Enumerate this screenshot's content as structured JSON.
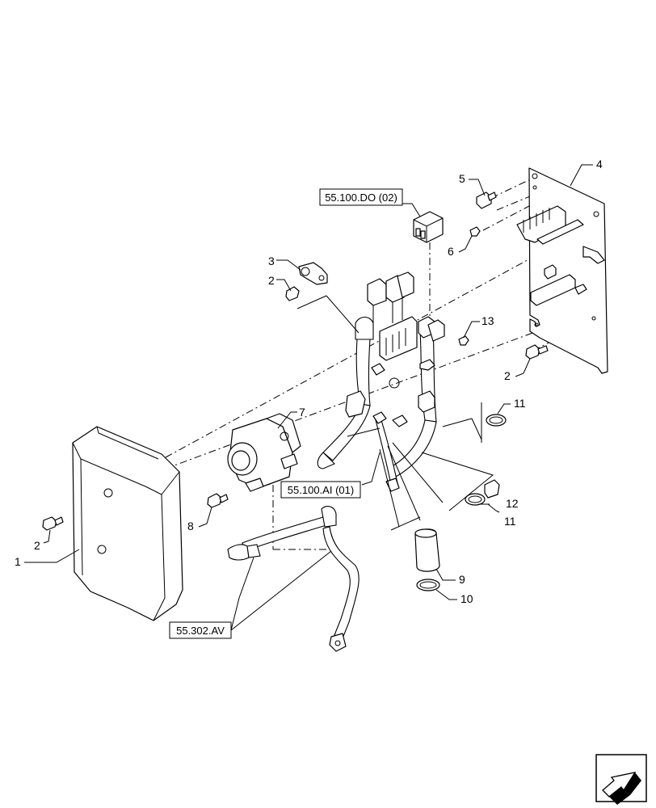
{
  "references": {
    "ref_do": "55.100.DO (02)",
    "ref_ai": "55.100.AI (01)",
    "ref_av": "55.302.AV"
  },
  "callouts": {
    "c1": "1",
    "c2a": "2",
    "c2b": "2",
    "c2c": "2",
    "c3": "3",
    "c4": "4",
    "c5": "5",
    "c6": "6",
    "c7": "7",
    "c8": "8",
    "c9": "9",
    "c10": "10",
    "c11a": "11",
    "c11b": "11",
    "c12": "12",
    "c13": "13"
  },
  "icons": {
    "corner": "orientation-arrow-icon"
  }
}
